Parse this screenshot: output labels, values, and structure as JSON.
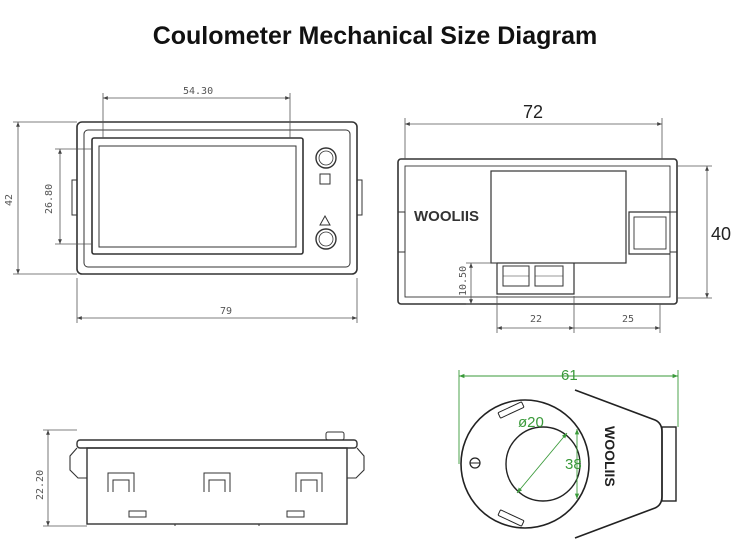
{
  "title": "Coulometer Mechanical Size Diagram",
  "front_view": {
    "display_width": "54.30",
    "display_height": "26.80",
    "body_height": "42",
    "body_width": "79"
  },
  "back_view": {
    "width": "72",
    "height": "40",
    "brand": "WOOLIIS",
    "terminal_offset": "10.50",
    "dim_a": "22",
    "dim_b": "25"
  },
  "side_view": {
    "height": "22.20"
  },
  "shunt_view": {
    "width": "61",
    "hole_diameter": "ø20",
    "height": "38",
    "brand": "WOOLIIS"
  },
  "colors": {
    "line": "#333333",
    "dimension": "#555555",
    "green_dimension": "#3a9a3a"
  }
}
